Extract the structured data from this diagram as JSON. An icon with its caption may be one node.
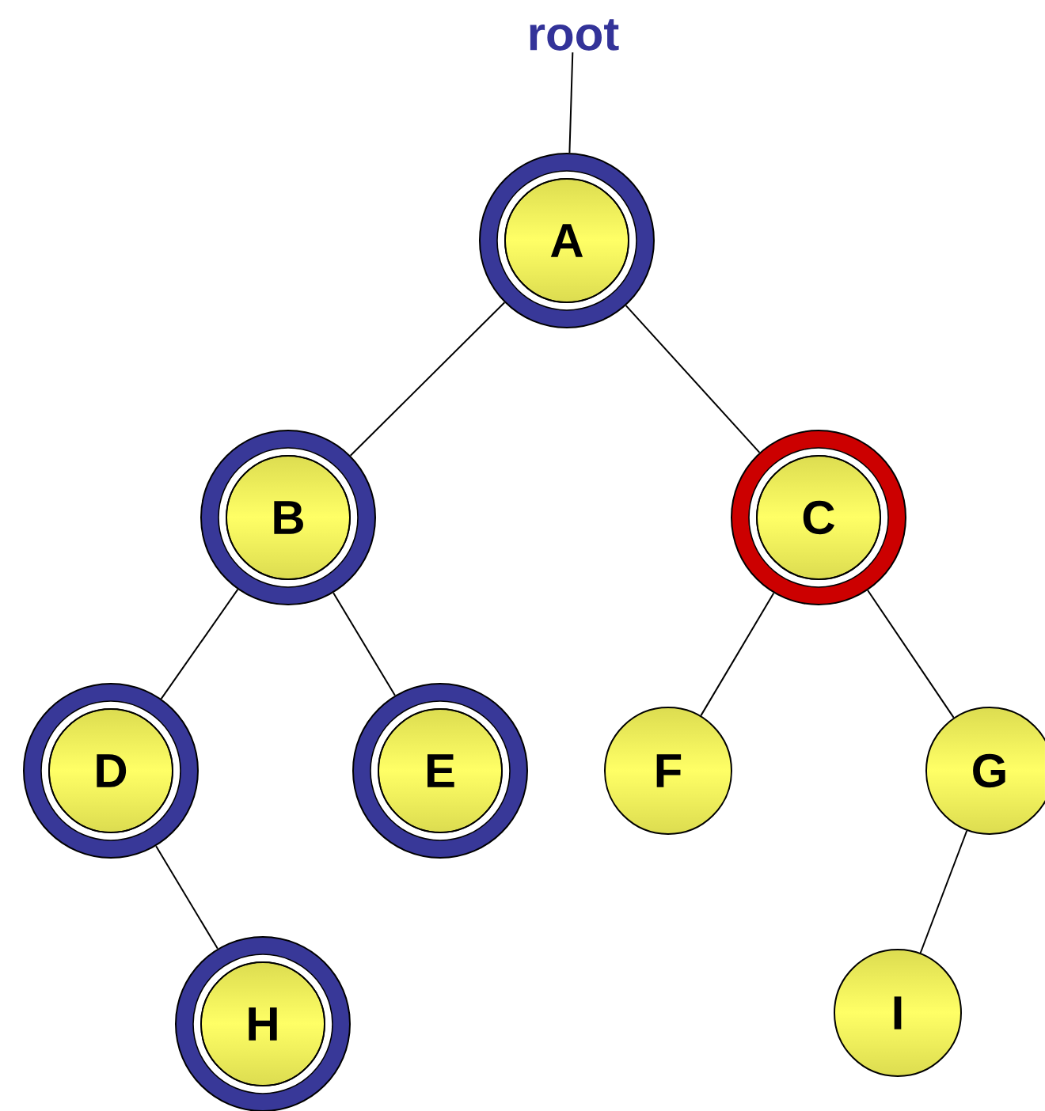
{
  "diagram": {
    "nodes": [
      {
        "text": [
          "root"
        ]
      },
      {
        "text": [
          "A"
        ]
      },
      {
        "text": [
          "B"
        ]
      },
      {
        "text": [
          "C"
        ]
      },
      {
        "text": [
          "D"
        ]
      },
      {
        "text": [
          "E"
        ]
      },
      {
        "text": [
          "F"
        ]
      },
      {
        "text": [
          "G"
        ]
      },
      {
        "text": [
          "H"
        ]
      },
      {
        "text": [
          "I"
        ]
      }
    ],
    "edges": [
      {
        "from": 0,
        "to": 1,
        "arrow": "none"
      },
      {
        "from": 1,
        "to": 2,
        "arrow": "none"
      },
      {
        "from": 1,
        "to": 3,
        "arrow": "none"
      },
      {
        "from": 2,
        "to": 4,
        "arrow": "none"
      },
      {
        "from": 2,
        "to": 5,
        "arrow": "none"
      },
      {
        "from": 3,
        "to": 6,
        "arrow": "none"
      },
      {
        "from": 3,
        "to": 7,
        "arrow": "none"
      },
      {
        "from": 4,
        "to": 8,
        "arrow": "none"
      },
      {
        "from": 7,
        "to": 9,
        "arrow": "none"
      }
    ]
  }
}
